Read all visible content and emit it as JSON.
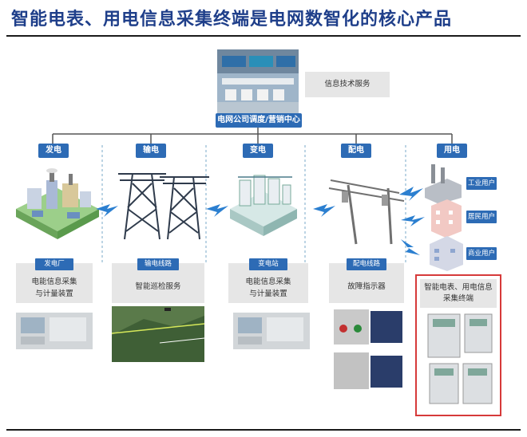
{
  "title": "智能电表、用电信息采集终端是电网数智化的核心产品",
  "info_service": "信息技术服务",
  "dispatch_center": "电网公司调度/营销中心",
  "stages": [
    {
      "label": "发电",
      "sub": "发电厂",
      "desc1": "电能信息采集",
      "desc2": "与计量装置"
    },
    {
      "label": "输电",
      "sub": "输电线路",
      "desc1": "智能巡检服务",
      "desc2": ""
    },
    {
      "label": "变电",
      "sub": "变电站",
      "desc1": "电能信息采集",
      "desc2": "与计量装置"
    },
    {
      "label": "配电",
      "sub": "配电线路",
      "desc1": "故障指示器",
      "desc2": ""
    },
    {
      "label": "用电",
      "sub": "",
      "desc1": "",
      "desc2": ""
    }
  ],
  "users": [
    "工业用户",
    "居民用户",
    "商业用户"
  ],
  "meter_box": {
    "line1": "智能电表、用电信息",
    "line2": "采集终端"
  }
}
